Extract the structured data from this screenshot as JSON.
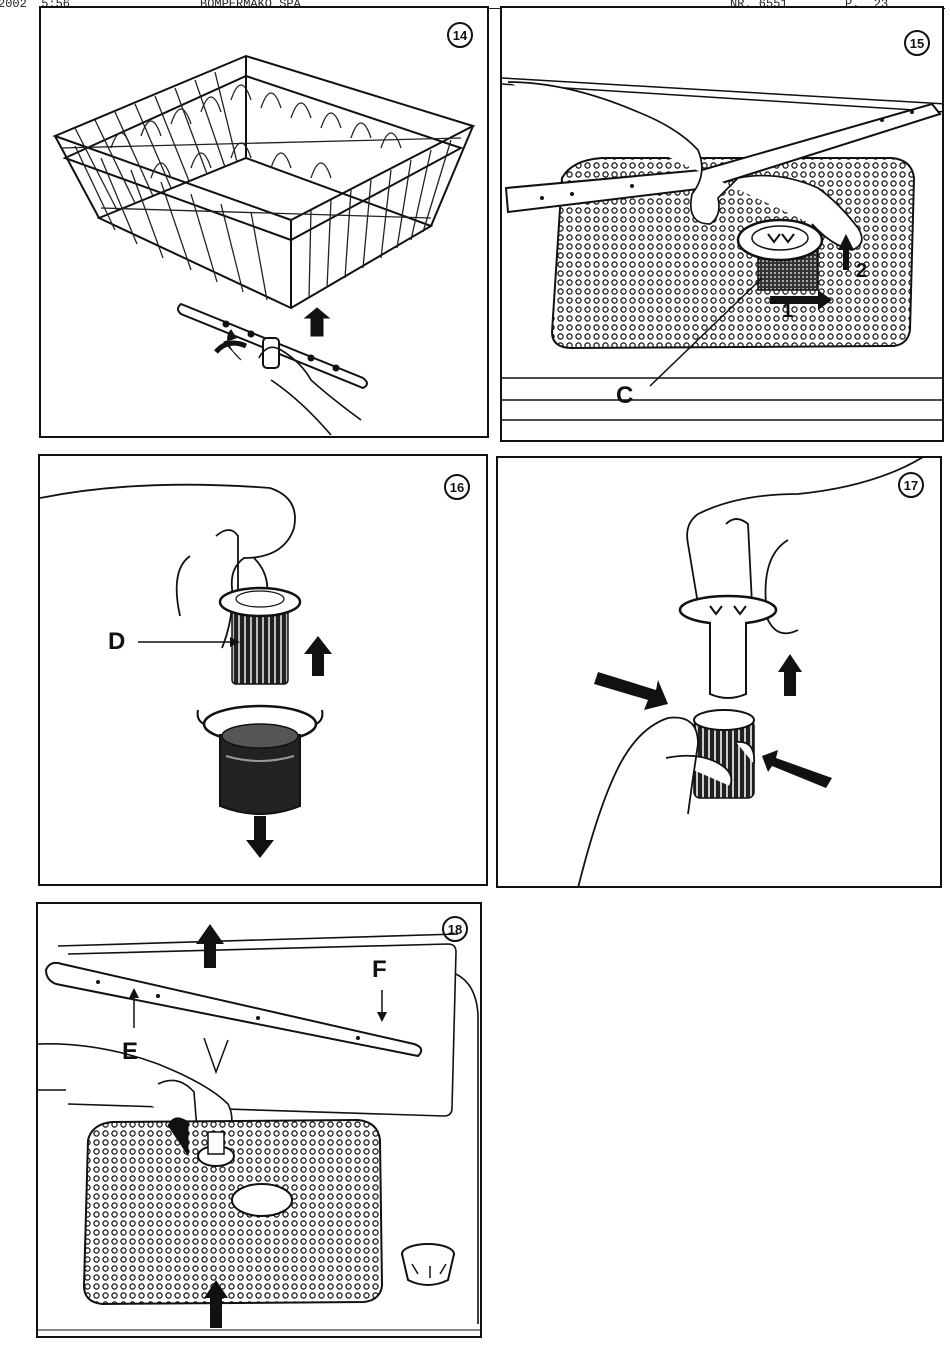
{
  "header": {
    "left_fragment": "2002  5:56",
    "middle_fragment": "BOMPERMAKO SPA",
    "doc_number": "NR. 6551",
    "page": "P.  23"
  },
  "panels": [
    {
      "figure": "14"
    },
    {
      "figure": "15",
      "callouts": {
        "c": "C",
        "step1": "1",
        "step2": "2"
      }
    },
    {
      "figure": "16",
      "callouts": {
        "d": "D"
      }
    },
    {
      "figure": "17"
    },
    {
      "figure": "18",
      "callouts": {
        "e": "E",
        "f": "F"
      }
    }
  ]
}
